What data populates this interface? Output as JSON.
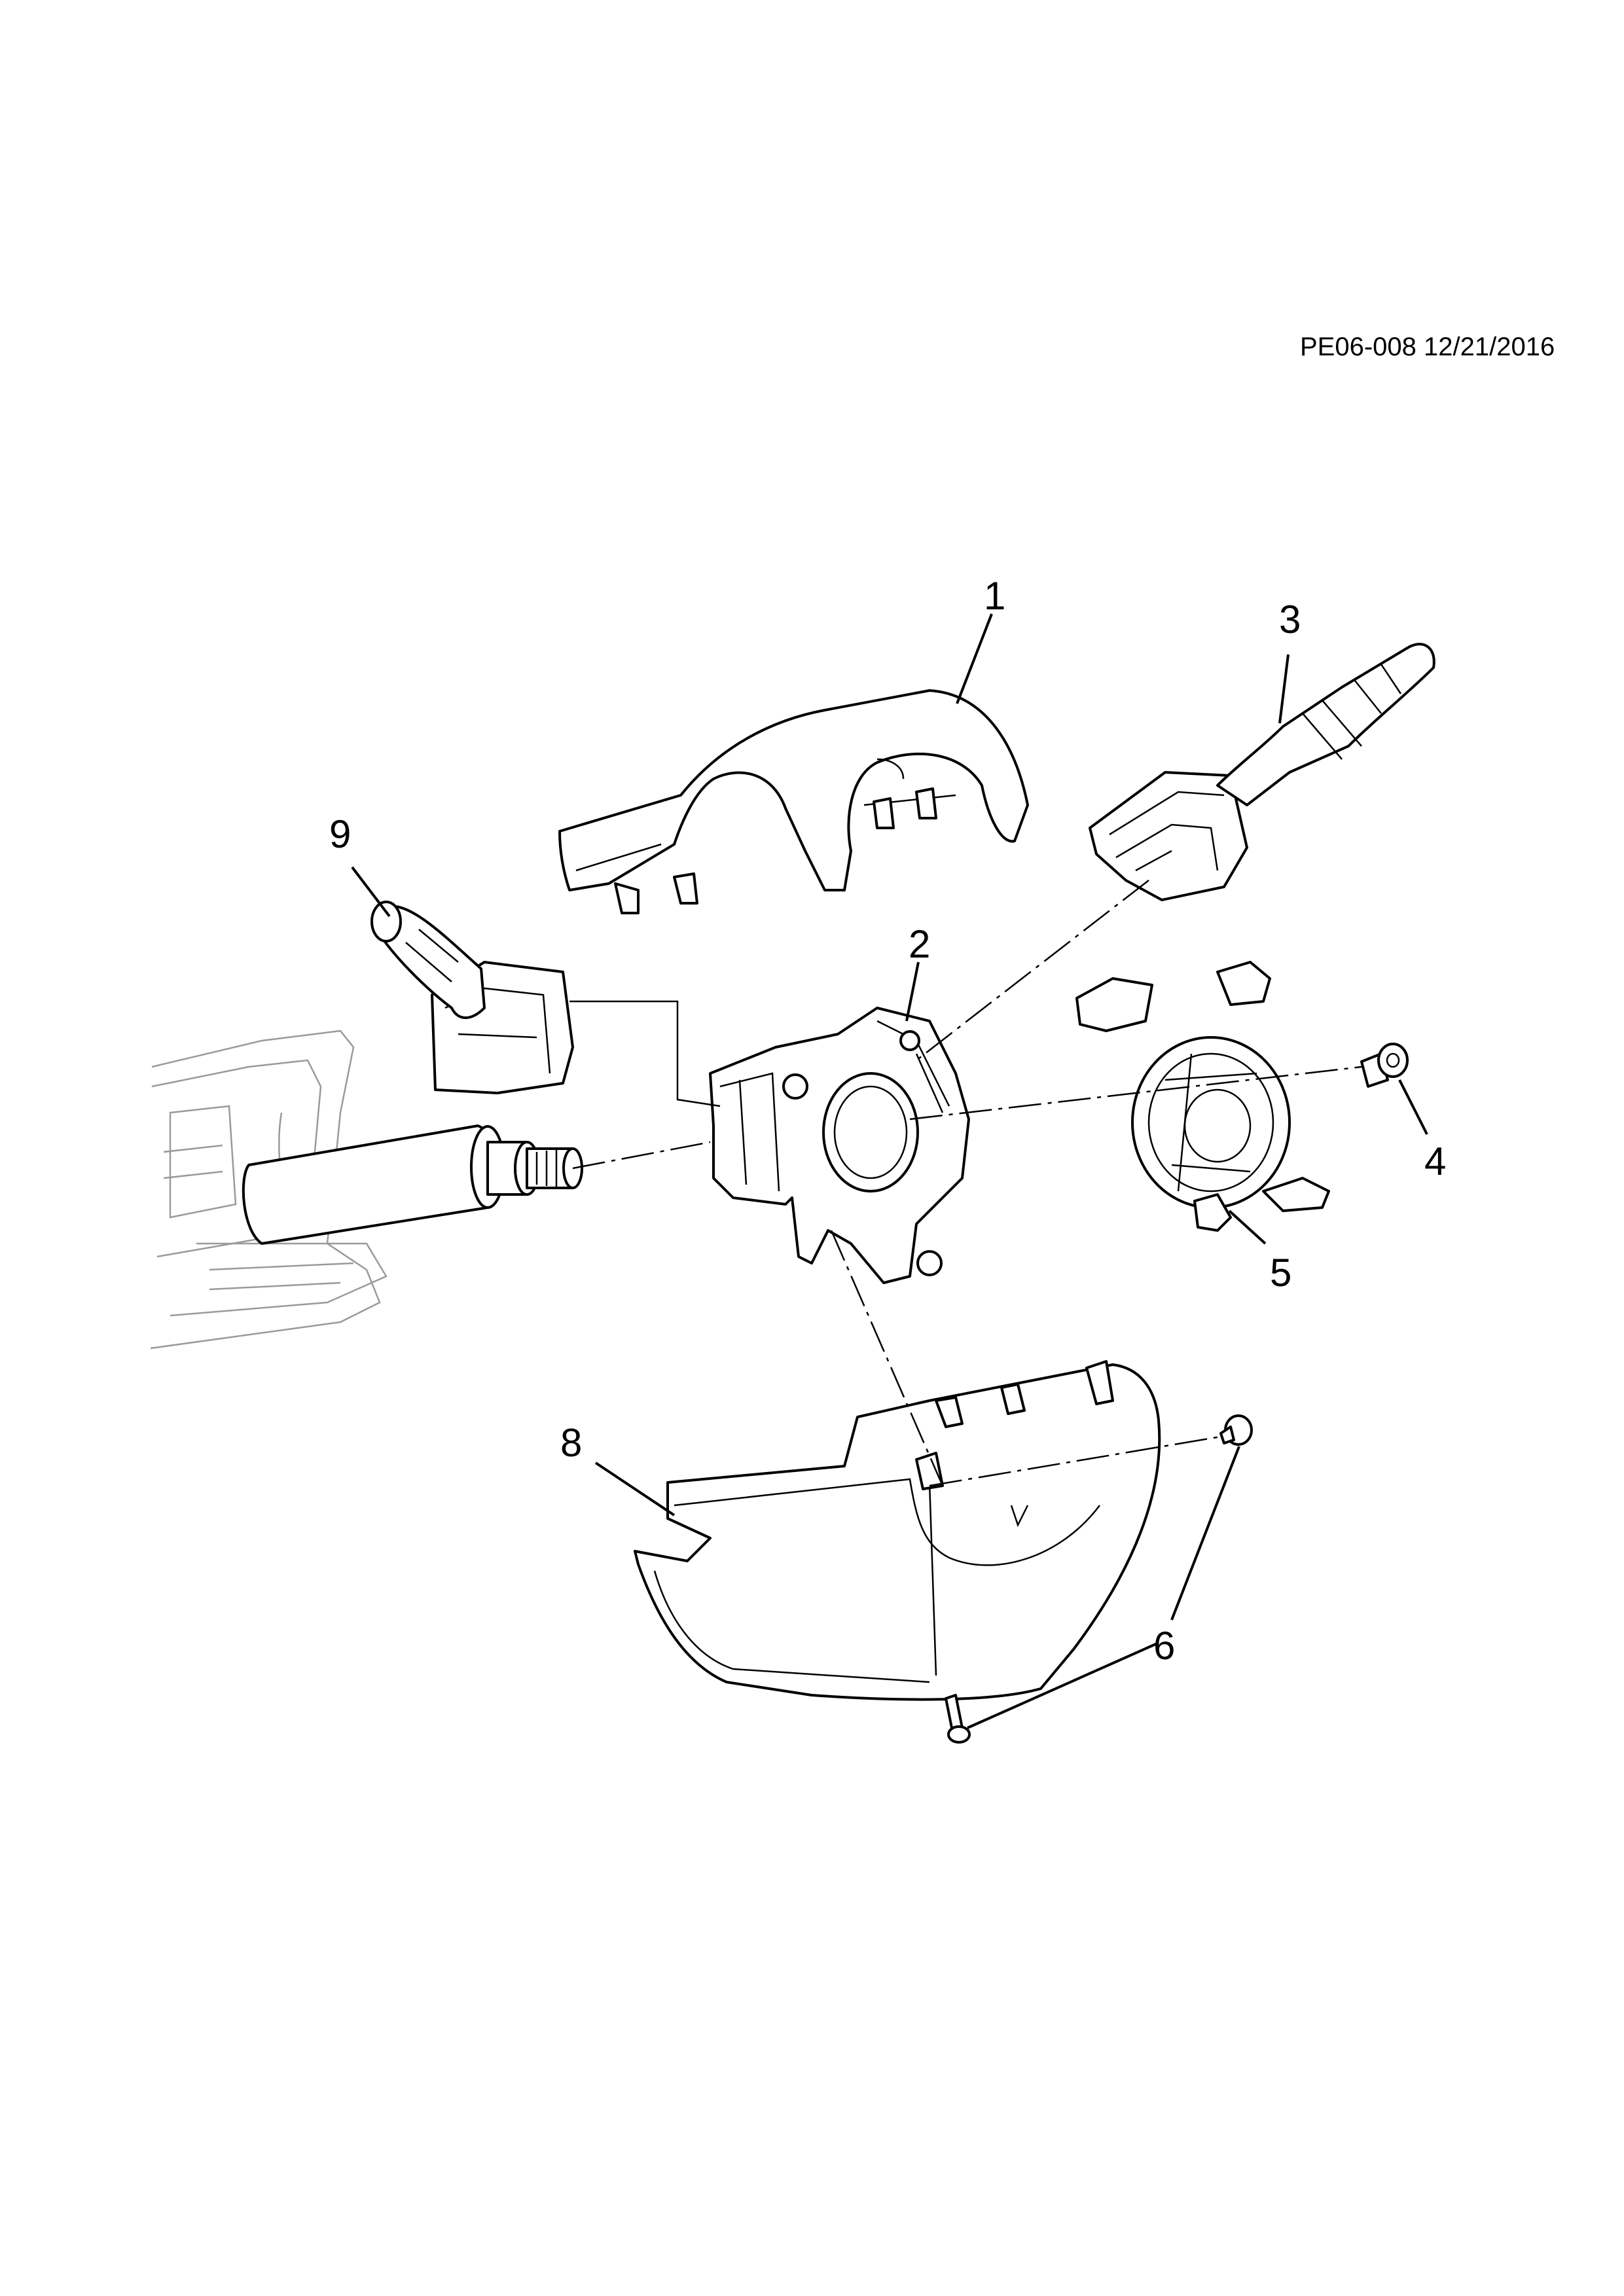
{
  "doc_ref": "PE06-008 12/21/2016",
  "callouts": [
    {
      "id": "1",
      "label": "1"
    },
    {
      "id": "2",
      "label": "2"
    },
    {
      "id": "3",
      "label": "3"
    },
    {
      "id": "4",
      "label": "4"
    },
    {
      "id": "5",
      "label": "5"
    },
    {
      "id": "6",
      "label": "6"
    },
    {
      "id": "8",
      "label": "8"
    },
    {
      "id": "9",
      "label": "9"
    }
  ]
}
